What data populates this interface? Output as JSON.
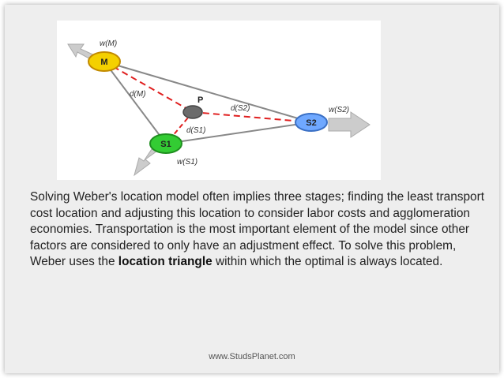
{
  "diagram": {
    "nodes": {
      "m": {
        "label": "M",
        "weight_label": "w(M)",
        "color": "#f4d000"
      },
      "p": {
        "label": "P",
        "color": "#6b6b6b"
      },
      "s1": {
        "label": "S1",
        "weight_label": "w(S1)",
        "color": "#33cc33"
      },
      "s2": {
        "label": "S2",
        "weight_label": "w(S2)",
        "color": "#6fa8ff"
      }
    },
    "distances": {
      "m": "d(M)",
      "s1": "d(S1)",
      "s2": "d(S2)"
    },
    "edge_color": "#888888",
    "dashed_color": "#e02020",
    "arrow_color": "#cccccc"
  },
  "body": {
    "text_before": "Solving Weber's location model often implies three stages; finding the least transport cost location and adjusting this location to consider labor costs and agglomeration economies. Transportation is the most important element of the model since other factors are considered to only have an adjustment effect. To solve this problem, Weber uses the ",
    "text_bold": "location triangle",
    "text_after": " within which the optimal is always located."
  },
  "footer": {
    "site": "www.StudsPlanet.com"
  }
}
